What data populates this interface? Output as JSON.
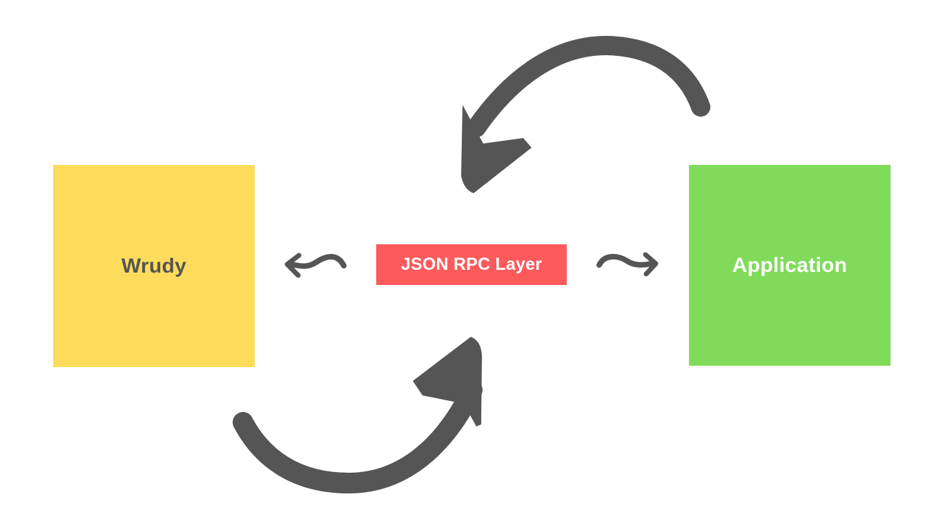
{
  "diagram": {
    "nodes": {
      "wrudy": {
        "label": "Wrudy",
        "fill": "#fddc5c",
        "text_color": "#555555"
      },
      "json_rpc": {
        "label": "JSON RPC Layer",
        "fill": "#fd5a5c",
        "text_color": "#ffffff"
      },
      "application": {
        "label": "Application",
        "fill": "#80db5a",
        "text_color": "#ffffff"
      }
    },
    "edges": [
      {
        "from": "json_rpc",
        "to": "wrudy",
        "style": "squiggle-arrow"
      },
      {
        "from": "json_rpc",
        "to": "application",
        "style": "squiggle-arrow"
      },
      {
        "from": "application",
        "to": "json_rpc",
        "style": "curved-arrow"
      },
      {
        "from": "wrudy",
        "to": "json_rpc",
        "style": "curved-arrow"
      }
    ],
    "arrow_color": "#555555"
  }
}
